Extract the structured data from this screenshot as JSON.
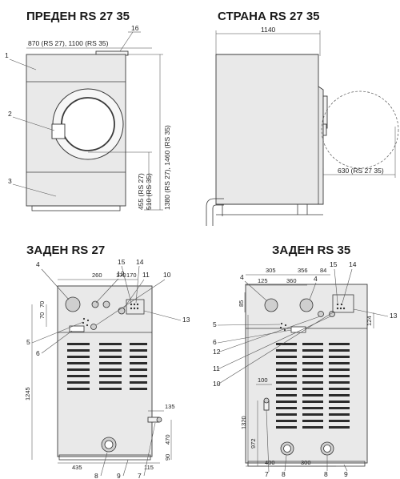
{
  "views": {
    "front": {
      "title": "ПРЕДЕН RS 27 35",
      "width_dim": "870 (RS 27), 1100 (RS 35)",
      "height_dim": "1380 (RS 27), 1460 (RS 35)",
      "door_dim_a": "455 (RS 27)",
      "door_dim_b": "510 (RS 35)",
      "callouts": [
        "1",
        "2",
        "3",
        "16"
      ]
    },
    "side": {
      "title": "СТРАНА RS 27 35",
      "depth_dim": "1140",
      "door_dim": "630 (RS 27 35)"
    },
    "back27": {
      "title": "ЗАДЕН RS 27",
      "dims": {
        "d260": "260",
        "d170a": "170",
        "d170b": "170",
        "d70a": "70",
        "d70b": "70",
        "d1245": "1245",
        "d135": "135",
        "d470": "470",
        "d90": "90",
        "d435": "435",
        "d115": "115"
      },
      "callouts": {
        "c4": "4",
        "c15": "15",
        "c14": "14",
        "c12": "12",
        "c11": "11",
        "c10": "10",
        "c13": "13",
        "c5": "5",
        "c6": "6",
        "c8": "8",
        "c9": "9",
        "c7": "7"
      }
    },
    "back35": {
      "title": "ЗАДЕН RS 35",
      "dims": {
        "d305": "305",
        "d356": "356",
        "d84": "84",
        "d125": "125",
        "d360": "360",
        "d85": "85",
        "d124": "124",
        "d100": "100",
        "d1320": "1320",
        "d972": "972",
        "d400": "400",
        "d300": "300"
      },
      "callouts": {
        "c4a": "4",
        "c4b": "4",
        "c15": "15",
        "c14": "14",
        "c13": "13",
        "c5": "5",
        "c6": "6",
        "c12": "12",
        "c11": "11",
        "c10": "10",
        "c7": "7",
        "c8a": "8",
        "c8b": "8",
        "c9": "9"
      }
    }
  }
}
